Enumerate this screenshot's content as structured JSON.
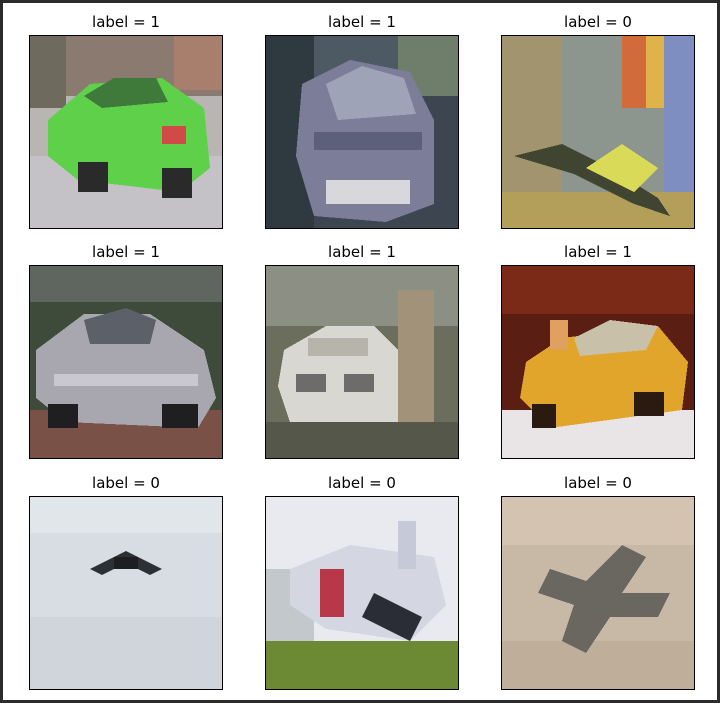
{
  "figure": {
    "images": [
      {
        "title": "label = 1",
        "subject": "green-hatchback-car"
      },
      {
        "title": "label = 1",
        "subject": "blue-gray-car-front"
      },
      {
        "title": "label = 0",
        "subject": "yellow-airplane-in-flight"
      },
      {
        "title": "label = 1",
        "subject": "silver-sports-car"
      },
      {
        "title": "label = 1",
        "subject": "white-car-front"
      },
      {
        "title": "label = 1",
        "subject": "yellow-car"
      },
      {
        "title": "label = 0",
        "subject": "small-dark-airplane-in-sky"
      },
      {
        "title": "label = 0",
        "subject": "airplane-wreck-on-grass"
      },
      {
        "title": "label = 0",
        "subject": "gray-fighter-jet-over-sand"
      }
    ]
  }
}
